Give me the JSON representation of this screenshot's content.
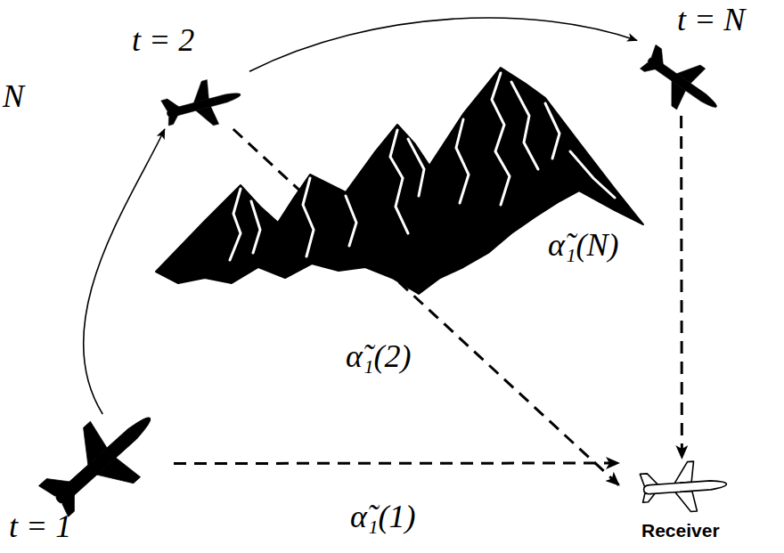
{
  "diagram": {
    "nodes": [
      {
        "text": [
          "t = 1"
        ]
      },
      {
        "text": [
          "t = 2"
        ]
      },
      {
        "text": [
          "t = N"
        ]
      },
      {
        "text": [
          "Receiver"
        ]
      }
    ],
    "edges": [
      {
        "from": 0,
        "to": 1,
        "arrow": "to"
      },
      {
        "from": 1,
        "to": 2,
        "arrow": "to"
      },
      {
        "from": 0,
        "to": 3,
        "arrow": "to",
        "label": "α̃₁(1)"
      },
      {
        "from": 1,
        "to": 3,
        "arrow": "to",
        "label": "α̃₁(2)"
      },
      {
        "from": 2,
        "to": 3,
        "arrow": "to",
        "label": "α̃₁(N)"
      }
    ],
    "labels": [
      "N"
    ]
  }
}
